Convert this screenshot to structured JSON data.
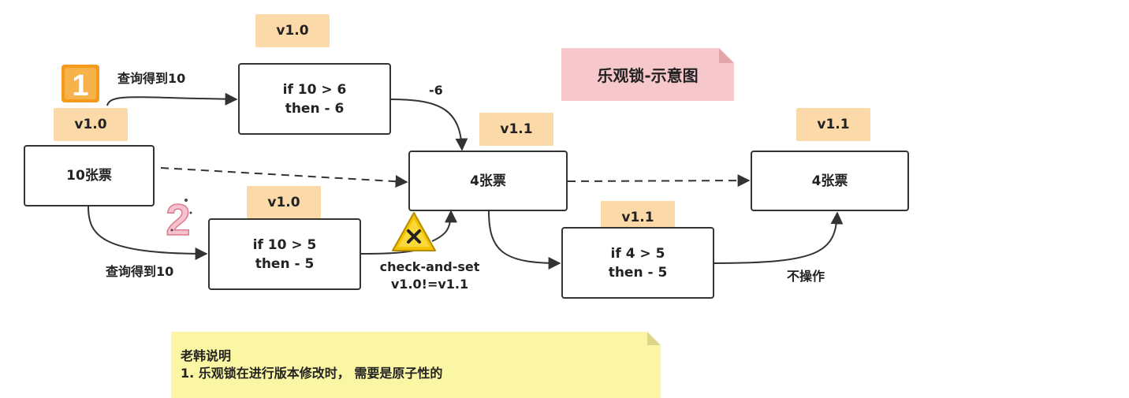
{
  "title": "乐观锁-示意图",
  "nodes": {
    "start": {
      "text": "10张票",
      "tag": "v1.0"
    },
    "op1": {
      "line1": "if 10 > 6",
      "line2": "then - 6",
      "tag": "v1.0"
    },
    "op2": {
      "line1": "if 10 > 5",
      "line2": "then - 5",
      "tag": "v1.0"
    },
    "mid": {
      "text": "4张票",
      "tag": "v1.1"
    },
    "op3": {
      "line1": "if 4 > 5",
      "line2": "then - 5",
      "tag": "v1.1"
    },
    "end": {
      "text": "4张票",
      "tag": "v1.1"
    }
  },
  "badges": {
    "step1": "1",
    "step2": "2"
  },
  "labels": {
    "query1": "查询得到10",
    "query2": "查询得到10",
    "minus6": "-6",
    "cas_line1": "check-and-set",
    "cas_line2": "v1.0!=v1.1",
    "no_op": "不操作"
  },
  "note": {
    "heading": "老韩说明",
    "line1": "1. 乐观锁在进行版本修改时， 需要是原子性的"
  },
  "colors": {
    "version_tag": "#fbd9a8",
    "title_bg": "#f7c8cb",
    "note_bg": "#fbf6a3",
    "badge1": "#f59a1b",
    "badge2": "#f3aab8",
    "warning": "#f5c400"
  }
}
